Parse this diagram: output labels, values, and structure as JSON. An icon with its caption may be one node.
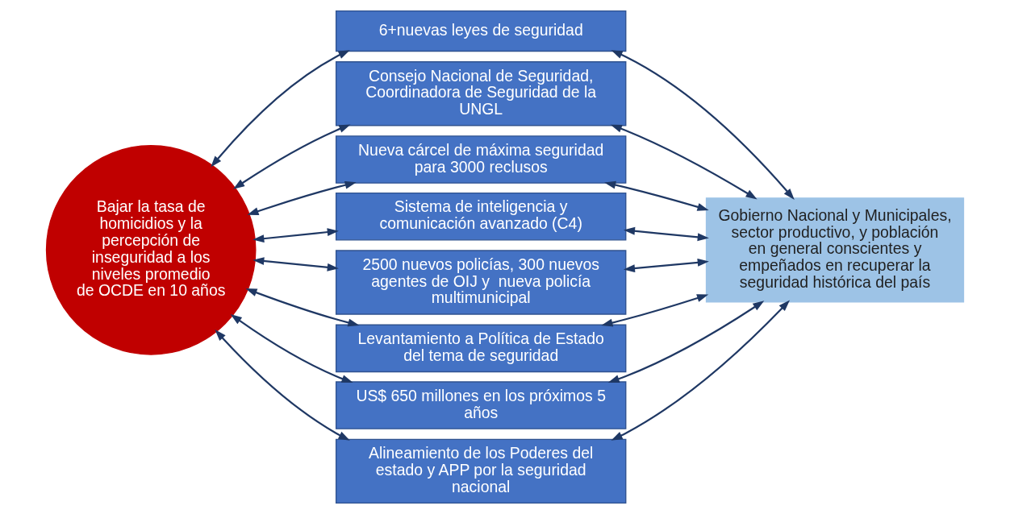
{
  "diagram": {
    "nodes": [
      {
        "text": [
          "Bajar la tasa de homicidios y la percepción de inseguridad a los niveles promedio de OCDE en 10 años"
        ]
      },
      {
        "text": [
          "6+nuevas leyes de seguridad"
        ]
      },
      {
        "text": [
          "Consejo Nacional de Seguridad, Coordinadora de Seguridad de la UNGL"
        ]
      },
      {
        "text": [
          "Nueva cárcel de máxima seguridad para 3000 reclusos"
        ]
      },
      {
        "text": [
          "Sistema de inteligencia y comunicación avanzado (C4)"
        ]
      },
      {
        "text": [
          "2500 nuevos policías, 300 nuevos agentes de OIJ y  nueva policía multimunicipal"
        ]
      },
      {
        "text": [
          "Levantamiento a Política de Estado del tema de seguridad"
        ]
      },
      {
        "text": [
          "US$ 650 millones en los próximos 5 años"
        ]
      },
      {
        "text": [
          "Alineamiento de los Poderes del estado y APP por la seguridad nacional"
        ]
      },
      {
        "text": [
          "Gobierno Nacional y Municipales, sector productivo, y población en general conscientes y empeñados en recuperar la seguridad histórica del país"
        ]
      }
    ],
    "edges": [
      {
        "from": 0,
        "to": 1,
        "arrow": "both"
      },
      {
        "from": 0,
        "to": 2,
        "arrow": "both"
      },
      {
        "from": 0,
        "to": 3,
        "arrow": "both"
      },
      {
        "from": 0,
        "to": 4,
        "arrow": "both"
      },
      {
        "from": 0,
        "to": 5,
        "arrow": "both"
      },
      {
        "from": 0,
        "to": 6,
        "arrow": "both"
      },
      {
        "from": 0,
        "to": 7,
        "arrow": "both"
      },
      {
        "from": 0,
        "to": 8,
        "arrow": "both"
      },
      {
        "from": 1,
        "to": 9,
        "arrow": "both"
      },
      {
        "from": 2,
        "to": 9,
        "arrow": "both"
      },
      {
        "from": 3,
        "to": 9,
        "arrow": "both"
      },
      {
        "from": 4,
        "to": 9,
        "arrow": "both"
      },
      {
        "from": 5,
        "to": 9,
        "arrow": "both"
      },
      {
        "from": 6,
        "to": 9,
        "arrow": "both"
      },
      {
        "from": 7,
        "to": 9,
        "arrow": "both"
      },
      {
        "from": 8,
        "to": 9,
        "arrow": "both"
      }
    ]
  }
}
